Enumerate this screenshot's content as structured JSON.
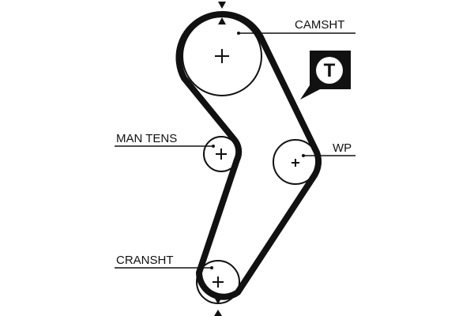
{
  "labels": {
    "camshaft": "CAMSHT",
    "manual_tensioner": "MAN TENS",
    "water_pump": "WP",
    "crankshaft": "CRANSHT"
  },
  "badge": {
    "letter": "T"
  },
  "colors": {
    "ink": "#111111",
    "background": "#ffffff"
  }
}
